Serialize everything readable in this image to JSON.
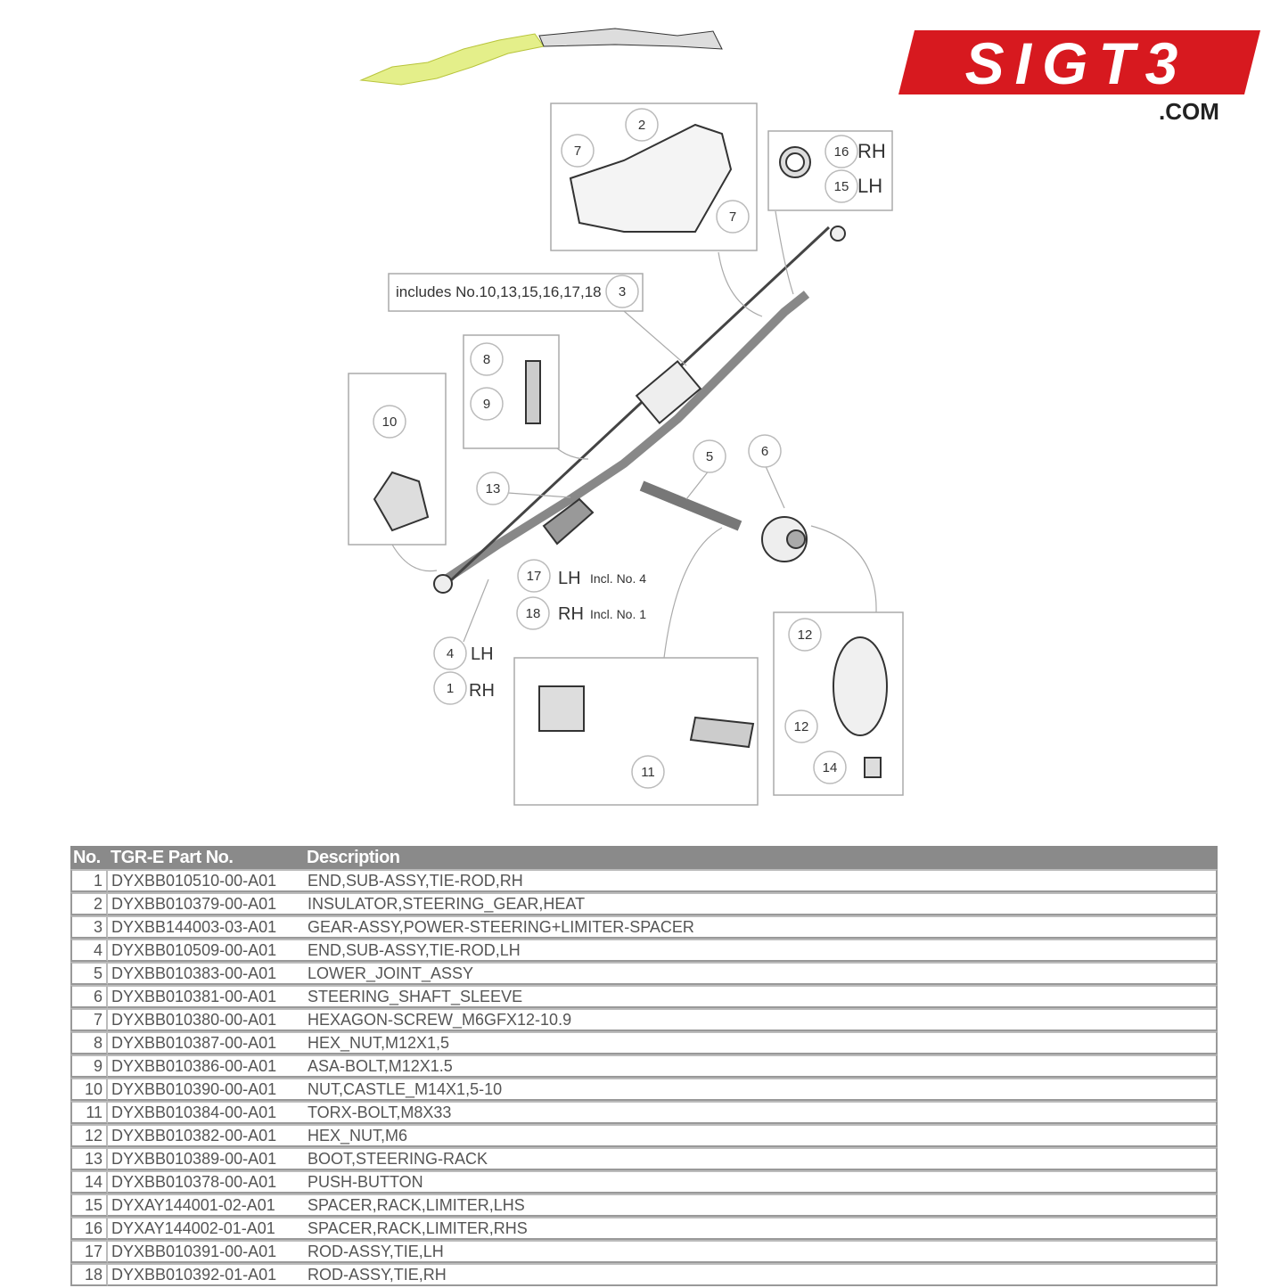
{
  "logo": {
    "text": "SIGT3",
    "suffix": ".COM",
    "color": "#d7191f"
  },
  "diagram": {
    "callouts": {
      "c2": "2",
      "c7a": "7",
      "c7b": "7",
      "c16": "16",
      "c15": "15",
      "c3": "3",
      "c8": "8",
      "c9": "9",
      "c10": "10",
      "c13": "13",
      "c5": "5",
      "c6": "6",
      "c17": "17",
      "c18": "18",
      "c4": "4",
      "c1": "1",
      "c12a": "12",
      "c12b": "12",
      "c14": "14",
      "c11": "11"
    },
    "labels": {
      "rh16": "RH",
      "lh15": "LH",
      "includes": "includes No.10,13,15,16,17,18",
      "lh17": "LH",
      "incl17": "Incl. No. 4",
      "rh18": "RH",
      "incl18": "Incl. No. 1",
      "lh4": "LH",
      "rh1": "RH"
    }
  },
  "table": {
    "headers": [
      "No.",
      "TGR-E Part No.",
      "Description"
    ],
    "rows": [
      [
        "1",
        "DYXBB010510-00-A01",
        "END,SUB-ASSY,TIE-ROD,RH"
      ],
      [
        "2",
        "DYXBB010379-00-A01",
        "INSULATOR,STEERING_GEAR,HEAT"
      ],
      [
        "3",
        "DYXBB144003-03-A01",
        "GEAR-ASSY,POWER-STEERING+LIMITER-SPACER"
      ],
      [
        "4",
        "DYXBB010509-00-A01",
        "END,SUB-ASSY,TIE-ROD,LH"
      ],
      [
        "5",
        "DYXBB010383-00-A01",
        "LOWER_JOINT_ASSY"
      ],
      [
        "6",
        "DYXBB010381-00-A01",
        "STEERING_SHAFT_SLEEVE"
      ],
      [
        "7",
        "DYXBB010380-00-A01",
        "HEXAGON-SCREW_M6GFX12-10.9"
      ],
      [
        "8",
        "DYXBB010387-00-A01",
        "HEX_NUT,M12X1,5"
      ],
      [
        "9",
        "DYXBB010386-00-A01",
        "ASA-BOLT,M12X1.5"
      ],
      [
        "10",
        "DYXBB010390-00-A01",
        "NUT,CASTLE_M14X1,5-10"
      ],
      [
        "11",
        "DYXBB010384-00-A01",
        "TORX-BOLT,M8X33"
      ],
      [
        "12",
        "DYXBB010382-00-A01",
        "HEX_NUT,M6"
      ],
      [
        "13",
        "DYXBB010389-00-A01",
        "BOOT,STEERING-RACK"
      ],
      [
        "14",
        "DYXBB010378-00-A01",
        "PUSH-BUTTON"
      ],
      [
        "15",
        "DYXAY144001-02-A01",
        "SPACER,RACK,LIMITER,LHS"
      ],
      [
        "16",
        "DYXAY144002-01-A01",
        "SPACER,RACK,LIMITER,RHS"
      ],
      [
        "17",
        "DYXBB010391-00-A01",
        "ROD-ASSY,TIE,LH"
      ],
      [
        "18",
        "DYXBB010392-01-A01",
        "ROD-ASSY,TIE,RH"
      ]
    ]
  }
}
